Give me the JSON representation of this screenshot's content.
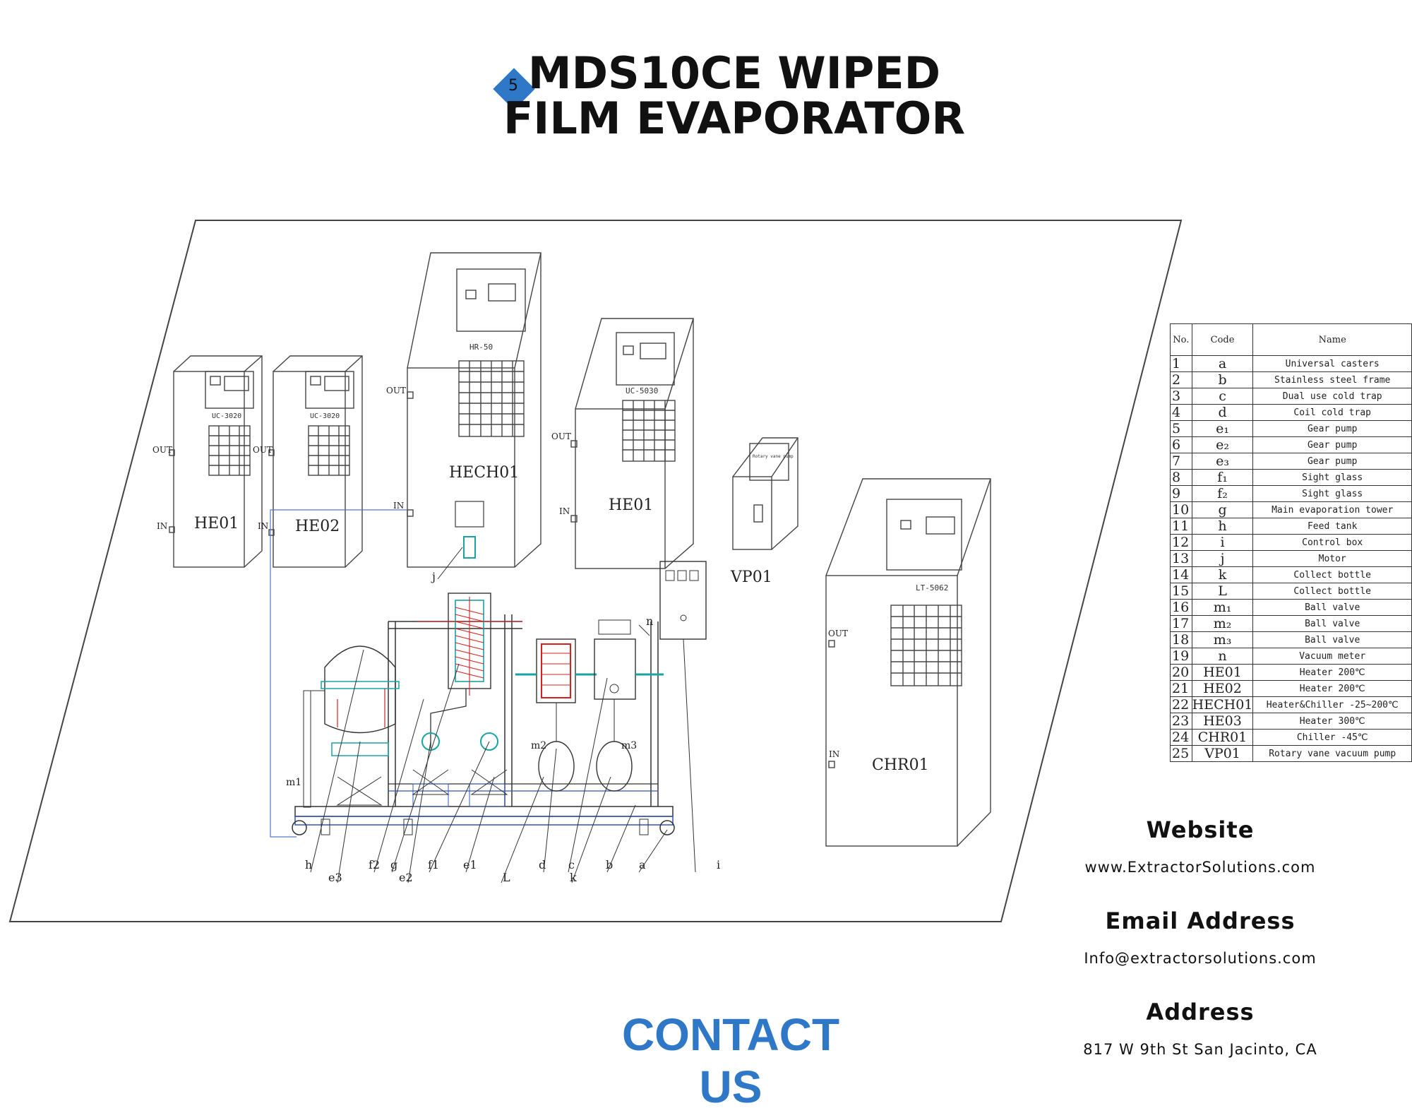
{
  "header": {
    "badge_number": "5",
    "title_line1": "MDS10CE WIPED",
    "title_line2": "FILM EVAPORATOR"
  },
  "diagram": {
    "units": [
      {
        "code": "HE01",
        "model": "UC-3020",
        "out_label": "OUT",
        "in_label": "IN"
      },
      {
        "code": "HE02",
        "model": "UC-3020",
        "out_label": "OUT",
        "in_label": "IN"
      },
      {
        "code": "HECH01",
        "model": "HR-50",
        "out_label": "OUT",
        "in_label": "IN"
      },
      {
        "code": "HE01",
        "model": "UC-5030",
        "out_label": "OUT",
        "in_label": "IN"
      },
      {
        "code": "VP01",
        "model": "Rotary vane pump"
      },
      {
        "code": "CHR01",
        "model": "LT-5062",
        "out_label": "OUT",
        "in_label": "IN"
      }
    ],
    "callouts": [
      "h",
      "e3",
      "f2",
      "g",
      "e2",
      "f1",
      "e1",
      "L",
      "d",
      "k",
      "c",
      "b",
      "a",
      "i",
      "j",
      "n",
      "m1",
      "m2",
      "m3"
    ]
  },
  "parts_table": {
    "headers": [
      "No.",
      "Code",
      "Name"
    ],
    "rows": [
      {
        "no": "1",
        "code": "a",
        "name": "Universal casters"
      },
      {
        "no": "2",
        "code": "b",
        "name": "Stainless steel frame"
      },
      {
        "no": "3",
        "code": "c",
        "name": "Dual use cold trap"
      },
      {
        "no": "4",
        "code": "d",
        "name": "Coil cold trap"
      },
      {
        "no": "5",
        "code": "e₁",
        "name": "Gear pump"
      },
      {
        "no": "6",
        "code": "e₂",
        "name": "Gear pump"
      },
      {
        "no": "7",
        "code": "e₃",
        "name": "Gear pump"
      },
      {
        "no": "8",
        "code": "f₁",
        "name": "Sight glass"
      },
      {
        "no": "9",
        "code": "f₂",
        "name": "Sight glass"
      },
      {
        "no": "10",
        "code": "g",
        "name": "Main evaporation tower"
      },
      {
        "no": "11",
        "code": "h",
        "name": "Feed tank"
      },
      {
        "no": "12",
        "code": "i",
        "name": "Control box"
      },
      {
        "no": "13",
        "code": "j",
        "name": "Motor"
      },
      {
        "no": "14",
        "code": "k",
        "name": "Collect bottle"
      },
      {
        "no": "15",
        "code": "L",
        "name": "Collect bottle"
      },
      {
        "no": "16",
        "code": "m₁",
        "name": "Ball valve"
      },
      {
        "no": "17",
        "code": "m₂",
        "name": "Ball valve"
      },
      {
        "no": "18",
        "code": "m₃",
        "name": "Ball valve"
      },
      {
        "no": "19",
        "code": "n",
        "name": "Vacuum meter"
      },
      {
        "no": "20",
        "code": "HE01",
        "name": "Heater 200℃"
      },
      {
        "no": "21",
        "code": "HE02",
        "name": "Heater 200℃"
      },
      {
        "no": "22",
        "code": "HECH01",
        "name": "Heater&Chiller -25~200℃"
      },
      {
        "no": "23",
        "code": "HE03",
        "name": "Heater 300℃"
      },
      {
        "no": "24",
        "code": "CHR01",
        "name": "Chiller -45℃"
      },
      {
        "no": "25",
        "code": "VP01",
        "name": "Rotary vane vacuum pump"
      }
    ]
  },
  "contact": {
    "website_label": "Website",
    "website": "www.ExtractorSolutions.com",
    "email_label": "Email Address",
    "email": "Info@extractorsolutions.com",
    "address_label": "Address",
    "address": "817 W 9th St San Jacinto, CA",
    "cta": "CONTACT US"
  },
  "colors": {
    "accent": "#2f78c8",
    "pipe": "#1aa3a3",
    "heat": "#d42020",
    "line": "#333333"
  }
}
